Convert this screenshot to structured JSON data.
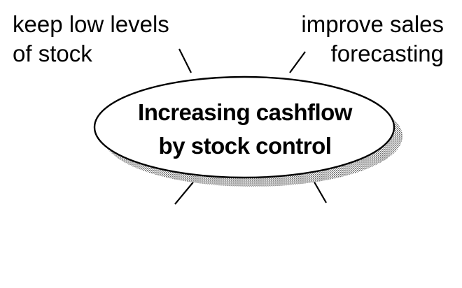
{
  "diagram": {
    "center": {
      "line1": "Increasing cashflow",
      "line2": "by stock control"
    },
    "branches": [
      {
        "line1": "keep low levels",
        "line2": "of stock"
      },
      {
        "line1": "improve sales",
        "line2": "forecasting"
      }
    ]
  },
  "colors": {
    "stroke": "#000000",
    "background": "#ffffff",
    "shadow": "#9a9a9a"
  }
}
